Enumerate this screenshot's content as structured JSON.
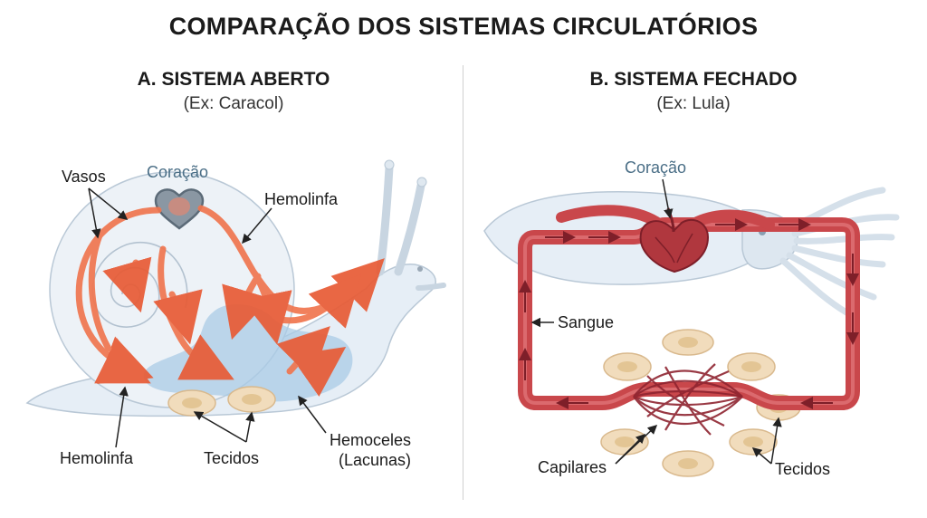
{
  "title": "COMPARAÇÃO DOS SISTEMAS CIRCULATÓRIOS",
  "panel_a": {
    "title": "A. SISTEMA ABERTO",
    "subtitle": "(Ex: Caracol)",
    "labels": {
      "vessels": "Vasos",
      "heart": "Coração",
      "hemolymph_top": "Hemolinfa",
      "hemolymph_bottom": "Hemolinfa",
      "tissues": "Tecidos",
      "hemocoel_line1": "Hemoceles",
      "hemocoel_line2": "(Lacunas)"
    }
  },
  "panel_b": {
    "title": "B. SISTEMA FECHADO",
    "subtitle": "(Ex: Lula)",
    "labels": {
      "heart": "Coração",
      "blood": "Sangue",
      "capillaries": "Capilares",
      "tissues": "Tecidos"
    }
  },
  "colors": {
    "hemolymph": "#f0764f",
    "blood_vessel": "#c9474b",
    "blood_dark": "#8f2430",
    "heart_open": "#7d8a96",
    "body_translucent": "#e4edf5",
    "hemocoel": "#a9cbe6",
    "tissue": "#f1dcbc",
    "label_heart": "#4a6e86"
  }
}
